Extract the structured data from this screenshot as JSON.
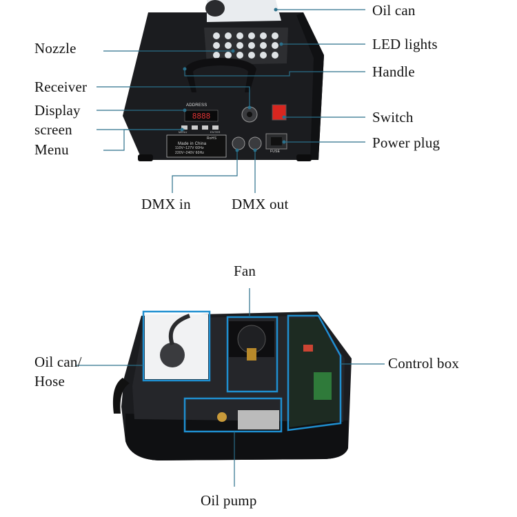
{
  "top_labels": {
    "oil_can": "Oil can",
    "led_lights": "LED lights",
    "handle": "Handle",
    "switch": "Switch",
    "power_plug": "Power plug",
    "nozzle": "Nozzle",
    "receiver": "Receiver",
    "display_line1": "Display",
    "display_line2": "screen",
    "menu": "Menu",
    "dmx_in": "DMX in",
    "dmx_out": "DMX out"
  },
  "panel_text": {
    "address": "ADDRESS",
    "menu_btn": "MENU",
    "enter_btn": "ENTER",
    "made_in": "Made in China",
    "volt_110": "110V~127V 60Hz",
    "volt_220": "220V~240V 60Hz",
    "rohs": "RoHS",
    "fuse": "FUSE"
  },
  "bottom_labels": {
    "fan": "Fan",
    "oil_can_line1": "Oil can/",
    "oil_can_line2": "Hose",
    "control_box": "Control box",
    "oil_pump": "Oil pump"
  },
  "colors": {
    "body": "#1b1c1f",
    "callout_line": "#2a6f8a",
    "highlight_box": "#1f8fd0",
    "text": "#111111"
  }
}
